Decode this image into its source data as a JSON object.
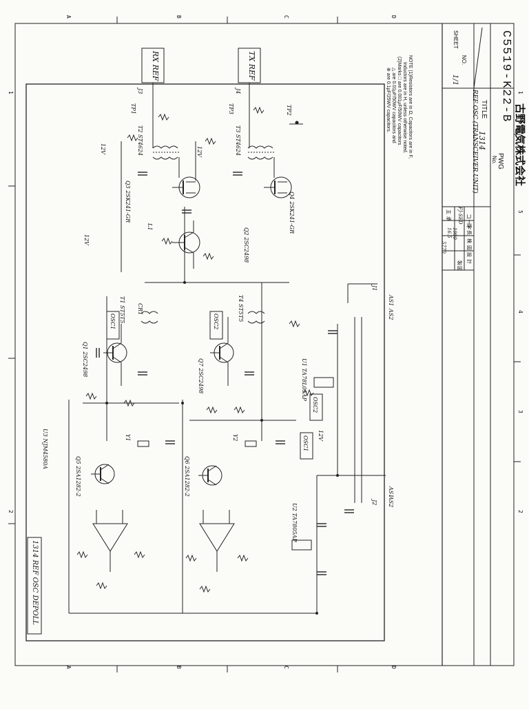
{
  "drawing": {
    "number": "C5519-K22-B",
    "company": "古野電気株式会社",
    "title_label": "TITLE",
    "title_line1": "1314",
    "title_line2": "REF OSC (TRANSCEIVER UNIT)",
    "sheet_label": "SHEET",
    "sheet_no_label": "NO.",
    "sheet_value": "1/1",
    "pwg_label": "PWG",
    "pwg_no": "No.",
    "approval_labels": [
      "主",
      "承",
      "課",
      "長",
      "検",
      "図",
      "設",
      "計",
      "製",
      "図"
    ],
    "code_label": "コード",
    "approval_entries": [
      "FJ-SED",
      "1990",
      "16.5",
      "5770"
    ],
    "side_label": "1314 REF OSC DEPOLL"
  },
  "border": {
    "col_labels": [
      "A",
      "B",
      "C",
      "D"
    ],
    "row_labels": [
      "1",
      "2",
      "3",
      "4",
      "5"
    ]
  },
  "notes": {
    "line1": "NOTE (1)Resistors are in Ω, Capacitors are in F,",
    "line2": "Inductors are in H, unless otherwise noted.",
    "line3": "(2)Marks □ are 0.001μF/50WV capacitors",
    "line4": "△ are 0.01μF/50WV capacitors and",
    "line5": "⊕ are 0.1μF/25WV capacitors."
  },
  "connectors": {
    "rx_ref": "RX REF",
    "tx_ref": "TX REF",
    "j3": "J3",
    "j4": "J4",
    "j1": "J1",
    "j2": "J2",
    "tp1": "TP1",
    "tp2": "TP2",
    "tp3": "TP3",
    "as1": "AS1",
    "as2": "AS2"
  },
  "components": {
    "q1": "Q1 2SC2498",
    "q2": "Q2 2SC2498",
    "q3": "Q3 2SK241-GR",
    "q4": "Q4 2SK241-GR",
    "q5": "Q5 2SA1282-2",
    "q6": "Q6 2SA1282-2",
    "q7": "Q7 2SC2498",
    "u1": "U1 TA78L05AP",
    "u2": "U2 TA7805AP",
    "u3": "U3 NJM4580A",
    "t1": "T1 ST5T5",
    "t2": "T2 ST4624",
    "t3": "T3 ST4624",
    "t4": "T4 ST5T5",
    "osc1": "OSC1",
    "osc2": "OSC2",
    "y1": "Y1",
    "y2": "Y2",
    "v12": "12V",
    "cr1": "CR1",
    "l1": "L1"
  }
}
